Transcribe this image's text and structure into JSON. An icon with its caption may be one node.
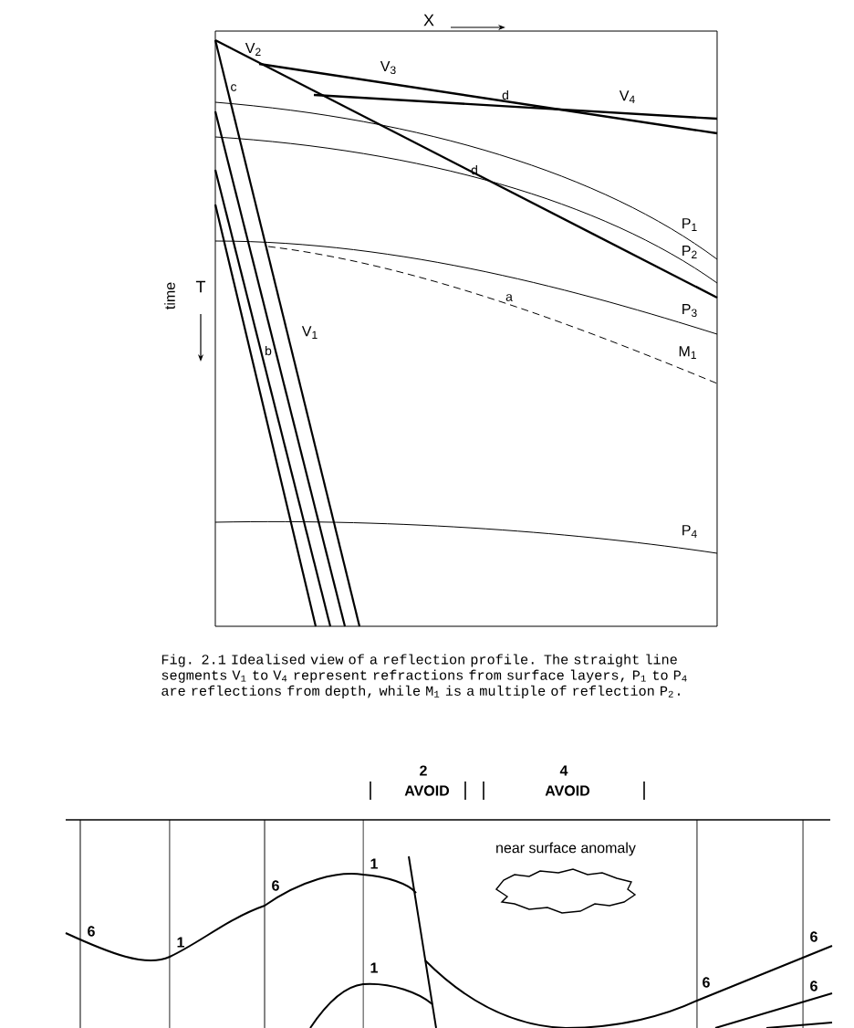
{
  "diagram": {
    "caption": "Fig. 2.1 Idealised view of a reflection profile. The straight line segments V$_{1}$ to V$_{4}$ represent refractions from surface layers, P$_{1}$ to P$_{4}$ are reflections from depth, while M$_{1}$ is a multiple of reflection P$_{2}$.",
    "labels": [
      "X",
      "V$_{2}$",
      "V$_{3}$",
      "c",
      "d",
      "V$_{4}$",
      "d",
      "P$_{1}$",
      "P$_{2}$",
      "time",
      "T",
      "P$_{3}$",
      "a",
      "V$_{1}$",
      "b",
      "M$_{1}$",
      "P$_{4}$",
      "2",
      "4",
      "AVOID",
      "AVOID",
      "near surface anomaly",
      "1",
      "6",
      "6",
      "1",
      "1",
      "6",
      "6",
      "6"
    ]
  }
}
